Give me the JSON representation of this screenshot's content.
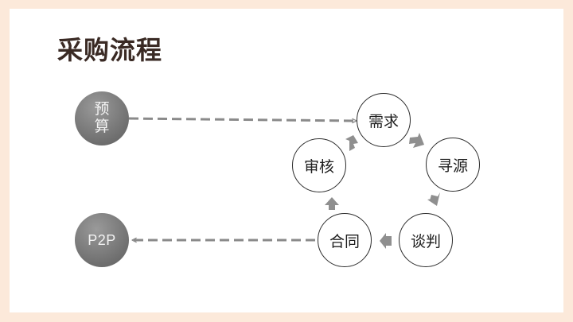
{
  "slide": {
    "title": "采购流程"
  },
  "diagram": {
    "start_node": {
      "line1": "预",
      "line2": "算"
    },
    "end_node": {
      "label": "P2P"
    },
    "cycle": [
      {
        "id": "xuqiu",
        "label": "需求"
      },
      {
        "id": "xunyuan",
        "label": "寻源"
      },
      {
        "id": "tanpan",
        "label": "谈判"
      },
      {
        "id": "hetong",
        "label": "合同"
      },
      {
        "id": "shenhe",
        "label": "审核"
      }
    ]
  }
}
